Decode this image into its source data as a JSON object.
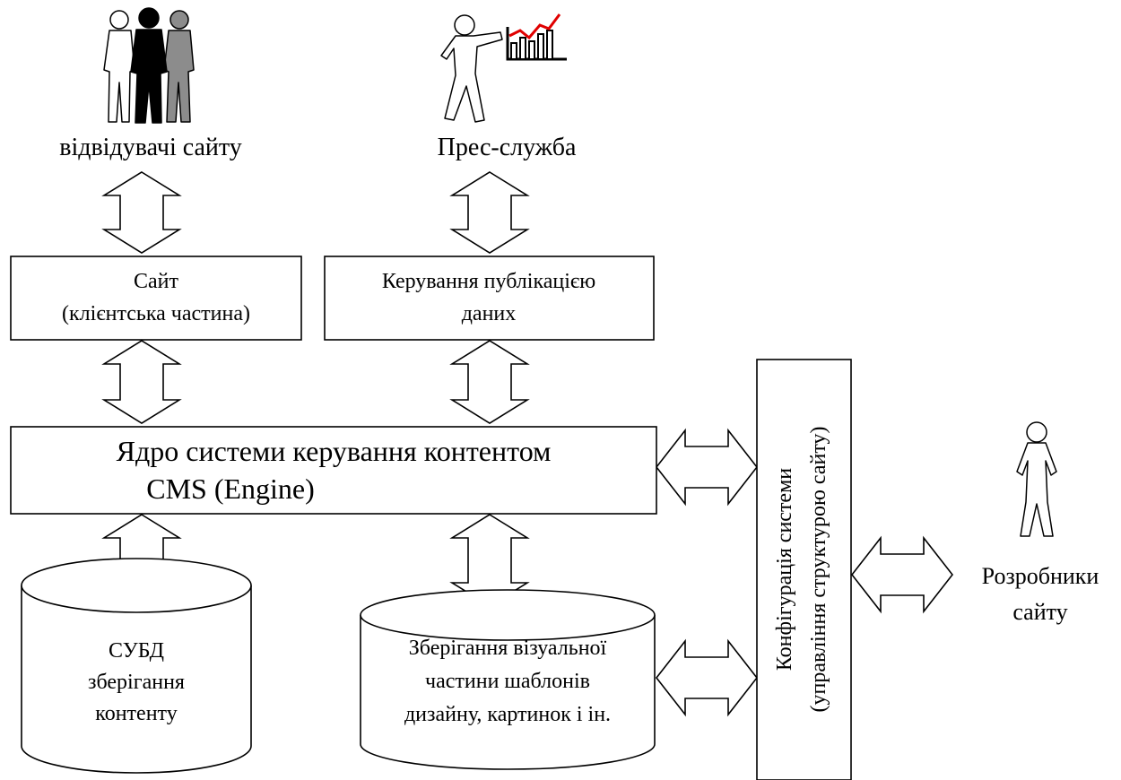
{
  "actors": {
    "visitors": {
      "label": "відвідувачі сайту",
      "icon": "visitors-group-icon"
    },
    "press": {
      "label": "Прес-служба",
      "icon": "presenter-chart-icon"
    },
    "developers": {
      "label_line1": "Розробники",
      "label_line2": "сайту",
      "icon": "developer-person-icon"
    }
  },
  "boxes": {
    "site": {
      "line1": "Сайт",
      "line2": "(клієнтська частина)"
    },
    "publishing": {
      "line1": "Керування публікацією",
      "line2": "даних"
    },
    "engine": {
      "line1": "Ядро системи керування контентом",
      "line2": "CMS (Engine)"
    },
    "config": {
      "line1": "Конфігурація системи",
      "line2": "(управління структурою сайту)"
    }
  },
  "storages": {
    "dbms": {
      "line1": "СУБД",
      "line2": "зберігання",
      "line3": "контенту"
    },
    "visual": {
      "line1": "Зберігання візуальної",
      "line2": "частини шаблонів",
      "line3": "дизайну, картинок і ін."
    }
  },
  "colors": {
    "stroke": "#000000",
    "fill": "#ffffff",
    "chart_red": "#e00000"
  }
}
